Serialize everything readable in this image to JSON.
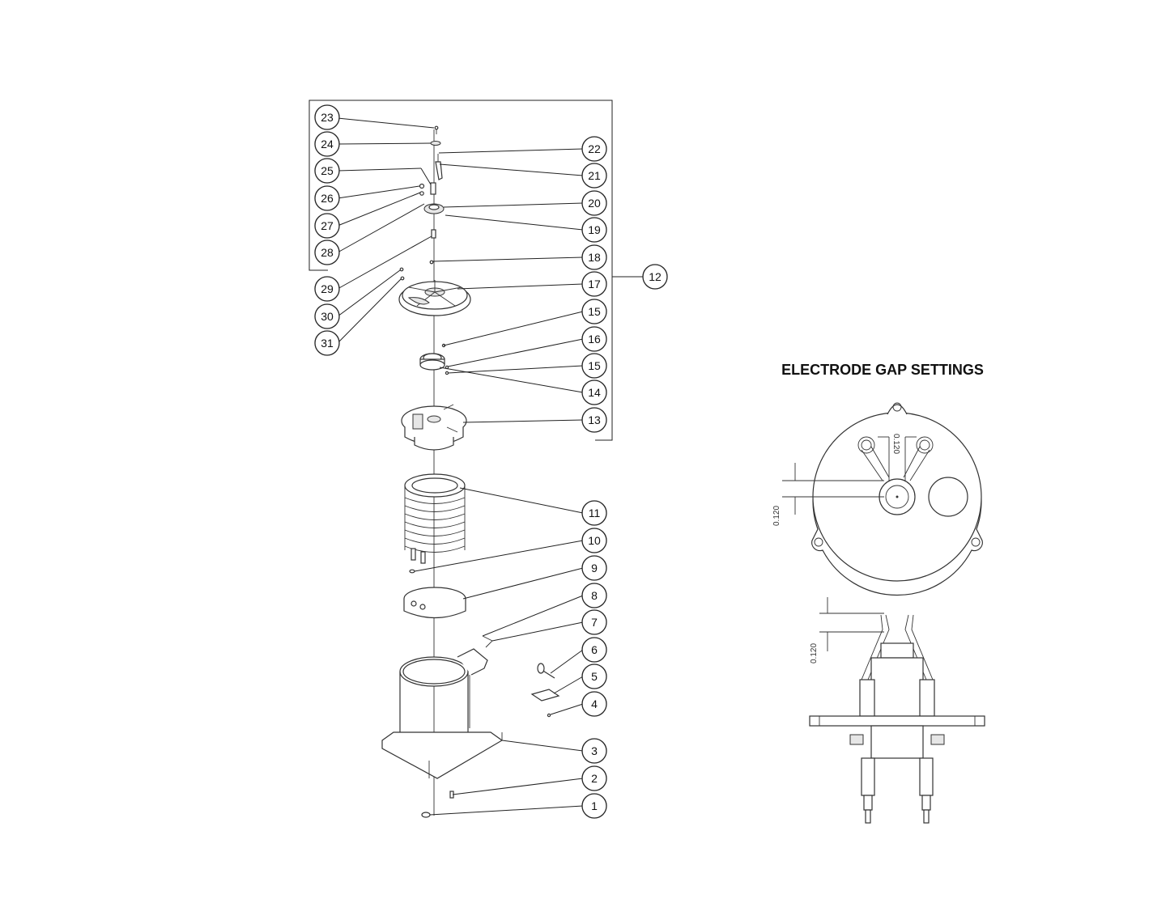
{
  "electrode_section": {
    "title": "ELECTRODE GAP SETTINGS",
    "dim_top": "0.120",
    "dim_left": "0.120",
    "dim_side": "0.120"
  },
  "callouts_left": [
    "23",
    "24",
    "25",
    "26",
    "27",
    "28",
    "29",
    "30",
    "31"
  ],
  "callouts_right": [
    "22",
    "21",
    "20",
    "19",
    "18",
    "17",
    "15",
    "16",
    "15",
    "14",
    "13",
    "11",
    "10",
    "9",
    "8",
    "7",
    "6",
    "5",
    "4",
    "3",
    "2",
    "1"
  ],
  "callout_group": "12"
}
